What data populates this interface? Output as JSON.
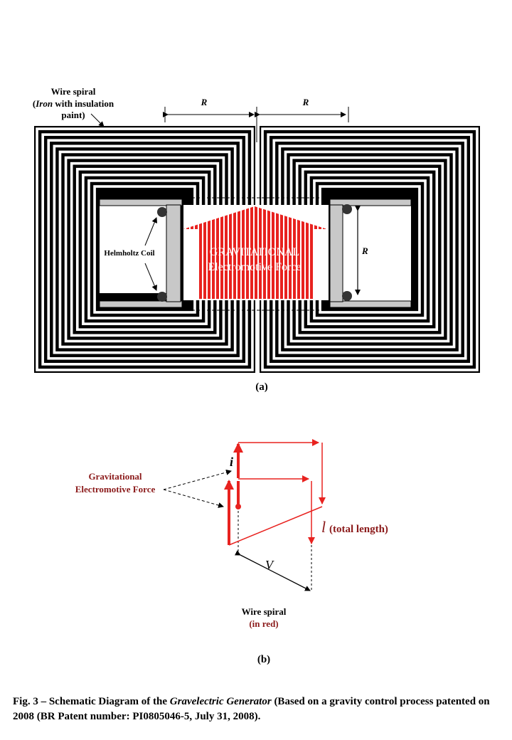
{
  "part_a": {
    "wire_spiral_label_line1": "Wire spiral",
    "wire_spiral_label_italic": "Iron",
    "wire_spiral_label_line2_rest": " with insulation",
    "wire_spiral_label_line3": "paint)",
    "radius_label_left": "R",
    "radius_label_right": "R",
    "radius_label_coil": "R",
    "helmholtz_label": "Helmholtz Coil",
    "force_label_line1": "GRAVITATIONAL",
    "force_label_line2": "Electromotive Force",
    "sub_caption": "(a)"
  },
  "part_b": {
    "force_label_line1": "Gravitational",
    "force_label_line2": "Electromotive Force",
    "current_label": "i",
    "length_symbol": "l",
    "length_label": "(total length)",
    "velocity_label": "V",
    "spiral_label_line1": "Wire spiral",
    "spiral_label_line2": "(in red)",
    "sub_caption": "(b)"
  },
  "caption": {
    "prefix": "Fig. 3 – Schematic Diagram of the ",
    "title_italic": "Gravelectric Generator",
    "suffix": " (Based on a gravity control process patented on 2008 (BR Patent number: PI0805046-5, July 31, 2008)."
  },
  "colors": {
    "black": "#000000",
    "red": "#e8221f",
    "dark_red": "#8b1a1a",
    "grey": "#c8c8c8",
    "dot": "#333333"
  }
}
